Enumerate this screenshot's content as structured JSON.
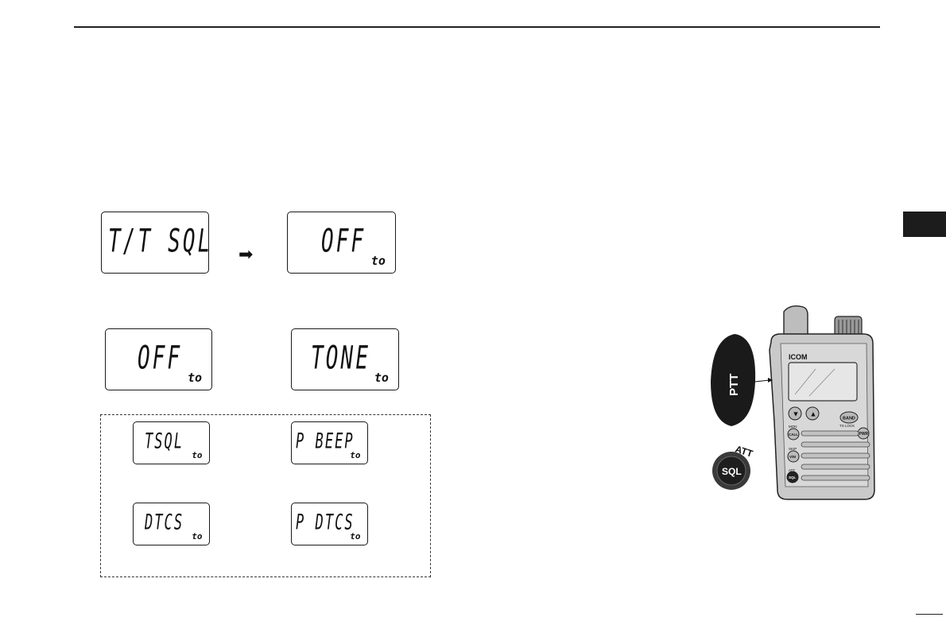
{
  "displays": {
    "ttsql": {
      "main": "T/T SQL",
      "sub": ""
    },
    "off_1": {
      "main": "OFF",
      "sub": "to"
    },
    "off_2": {
      "main": "OFF",
      "sub": "to"
    },
    "tone": {
      "main": "TONE",
      "sub": "to"
    },
    "tsql": {
      "main": "TSQL",
      "sub": "to"
    },
    "pbeep": {
      "main": "P BEEP",
      "sub": "to"
    },
    "dtcs": {
      "main": "DTCS",
      "sub": "to"
    },
    "pdtcs": {
      "main": "P DTCS",
      "sub": "to"
    }
  },
  "radio": {
    "ptt_key": "PTT",
    "sql_key": "SQL",
    "att_label": "ATT",
    "brand": "ICOM",
    "band_key": "BAND",
    "pwr_key": "PWR",
    "call_key": "CALL",
    "vm_key": "V/M",
    "sql_small_key": "SQL",
    "mon_label": "MON",
    "skip_label": "SKIP",
    "att_small_label": "ATT",
    "lock_label": "TS LOCK"
  },
  "icons": {
    "arrow": "right-arrow-icon",
    "up": "up-triangle-icon",
    "down": "down-triangle-icon"
  }
}
